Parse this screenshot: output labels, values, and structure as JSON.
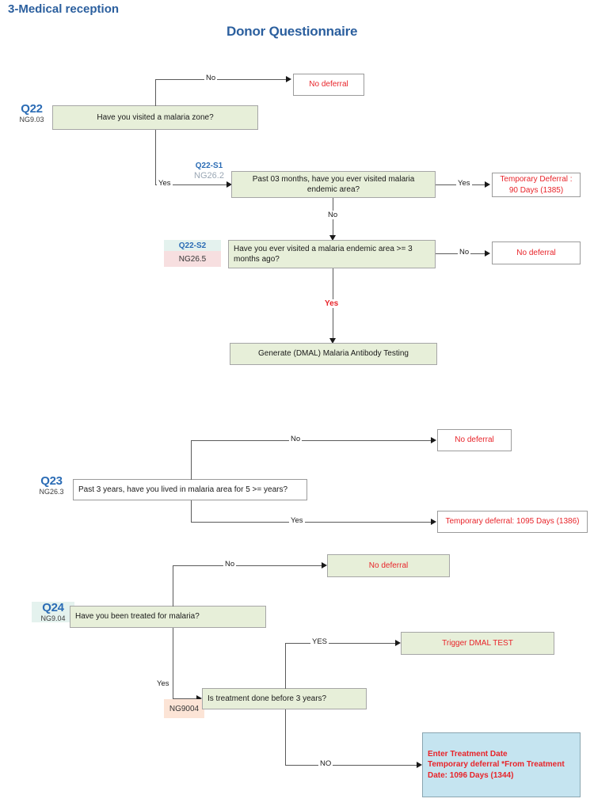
{
  "page": {
    "section_title": "3-Medical reception",
    "doc_title": "Donor Questionnaire"
  },
  "colors": {
    "heading_blue": "#2b5f9e",
    "code_blue": "#2b6cb5",
    "box_green": "#e7efd9",
    "box_blue": "#c5e4f0",
    "chip_pink": "#f7dfe0",
    "chip_mint": "#e4f2ee",
    "chip_peach": "#fce4d6",
    "deferral_red": "#e8242a",
    "line_gray": "#5a5a5a"
  },
  "q22": {
    "label": {
      "code": "Q22",
      "sub": "NG9.03"
    },
    "question": "Have you visited a malaria zone?",
    "branch_no": "No",
    "branch_yes": "Yes",
    "outcome_no": "No deferral",
    "s1": {
      "chip_code": "Q22-S1",
      "chip_sub": "NG26.2",
      "question": "Past 03 months, have you ever visited malaria endemic area?",
      "branch_yes": "Yes",
      "branch_no": "No",
      "outcome_yes": "Temporary Deferral : 90 Days (1385)"
    },
    "s2": {
      "chip_code": "Q22-S2",
      "chip_sub": "NG26.5",
      "question": "Have you ever visited a malaria endemic area >= 3 months ago?",
      "branch_no": "No",
      "branch_yes": "Yes",
      "outcome_no": "No deferral",
      "outcome_yes": "Generate (DMAL) Malaria Antibody Testing"
    }
  },
  "q23": {
    "label": {
      "code": "Q23",
      "sub": "NG26.3"
    },
    "question": "Past 3 years, have you lived in malaria area for 5 >= years?",
    "branch_no": "No",
    "branch_yes": "Yes",
    "outcome_no": "No deferral",
    "outcome_yes": "Temporary deferral: 1095 Days (1386)"
  },
  "q24": {
    "label": {
      "code": "Q24",
      "sub": "NG9.04"
    },
    "question": "Have you been treated for malaria?",
    "branch_no": "No",
    "branch_yes": "Yes",
    "outcome_no": "No deferral",
    "sub": {
      "chip_code": "NG9004",
      "question": "Is treatment done before 3 years?",
      "branch_yes": "YES",
      "branch_no": "NO",
      "outcome_yes": "Trigger DMAL TEST",
      "outcome_no_line1": "Enter Treatment Date",
      "outcome_no_line2": "Temporary deferral *From Treatment",
      "outcome_no_line3": "Date: 1096 Days (1344)"
    }
  }
}
